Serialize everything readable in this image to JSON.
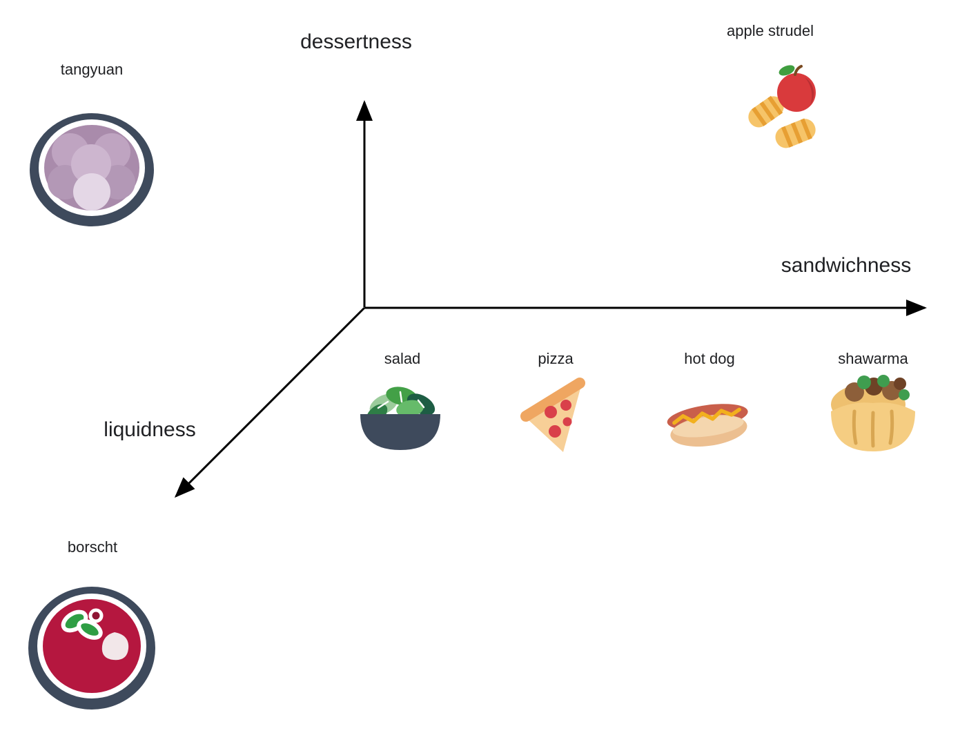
{
  "diagram": {
    "title": "food axes diagram",
    "background": "#ffffff"
  },
  "axes": [
    {
      "id": "dessertness",
      "label": "dessertness",
      "direction": "up"
    },
    {
      "id": "sandwichness",
      "label": "sandwichness",
      "direction": "right"
    },
    {
      "id": "liquidness",
      "label": "liquidness",
      "direction": "down-left"
    }
  ],
  "items": [
    {
      "id": "tangyuan",
      "label": "tangyuan",
      "region": "high liquidness, low sandwichness"
    },
    {
      "id": "apple_strudel",
      "label": "apple strudel",
      "region": "high dessertness, high sandwichness"
    },
    {
      "id": "salad",
      "label": "salad",
      "region": "low sandwichness"
    },
    {
      "id": "pizza",
      "label": "pizza",
      "region": "mid-low sandwichness"
    },
    {
      "id": "hot_dog",
      "label": "hot dog",
      "region": "mid-high sandwichness"
    },
    {
      "id": "shawarma",
      "label": "shawarma",
      "region": "high sandwichness"
    },
    {
      "id": "borscht",
      "label": "borscht",
      "region": "very high liquidness"
    }
  ],
  "colors": {
    "axis": "#000000",
    "text": "#202124",
    "bowl_navy": "#3e4a5c",
    "tangyuan_soup": "#a98bab",
    "tangyuan_ball": "#c9b2cb",
    "borscht_red": "#b5173f",
    "leaf_green": "#2e9e44",
    "pizza_crust": "#efa661",
    "pizza_body": "#f7cf97",
    "pepperoni": "#d9404a",
    "bun_tan": "#ecbf90",
    "sausage": "#c95f4b",
    "mustard": "#f2b01e",
    "pita_gold": "#f5cd82",
    "strudel_gold": "#f6c469",
    "apple_red": "#d93a3c"
  }
}
